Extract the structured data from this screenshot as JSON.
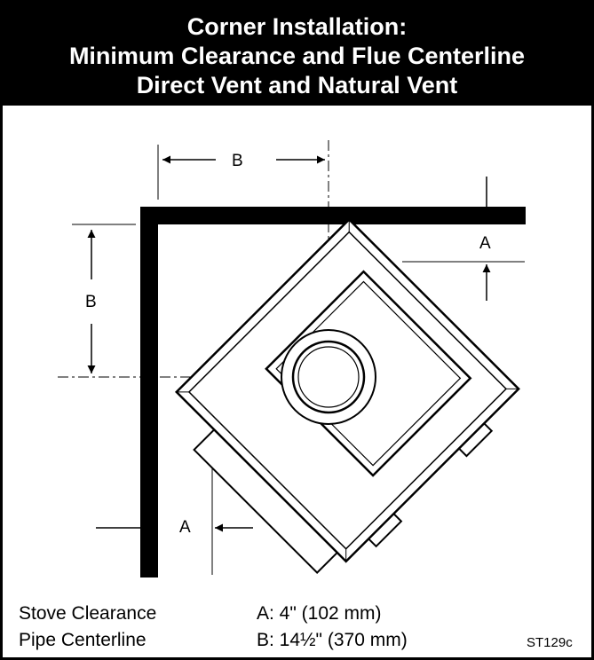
{
  "header": {
    "line1": "Corner Installation:",
    "line2": "Minimum Clearance and Flue Centerline",
    "line3": "Direct Vent and Natural Vent"
  },
  "diagram": {
    "label_b_top": "B",
    "label_b_left": "B",
    "label_a_right": "A",
    "label_a_bottom": "A"
  },
  "legend": {
    "row1_label": "Stove Clearance",
    "row1_value": "A: 4\" (102 mm)",
    "row2_label": "Pipe Centerline",
    "row2_value": "B: 14½\" (370 mm)",
    "code": "ST129c"
  }
}
